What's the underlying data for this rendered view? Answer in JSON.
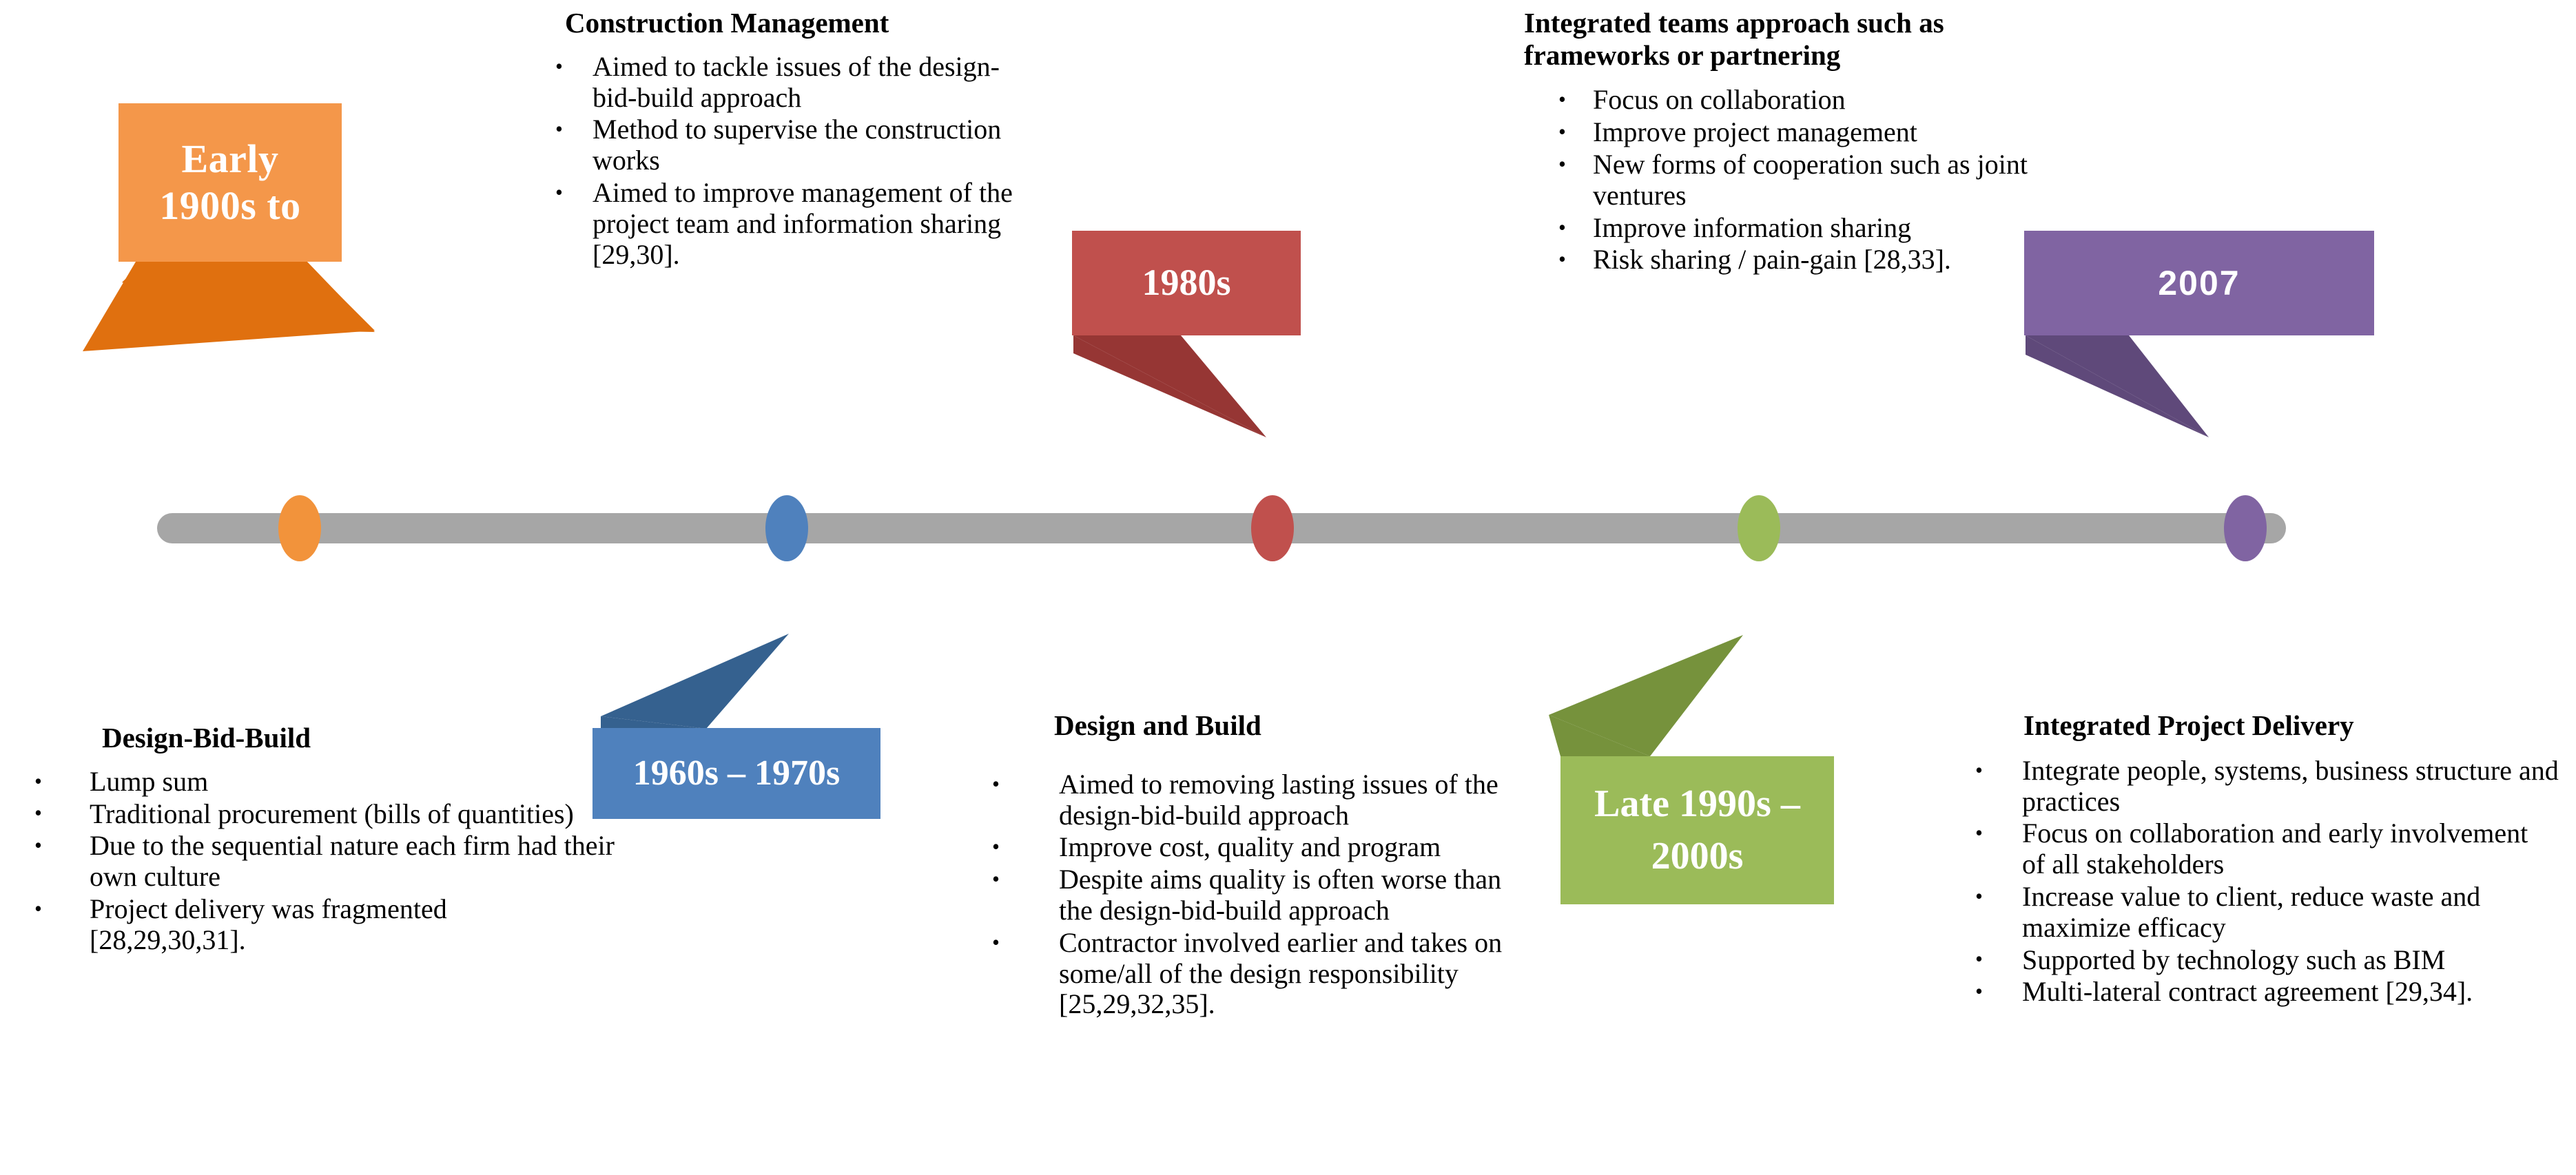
{
  "diagram": {
    "title": "Evolution of construction project delivery approaches timeline",
    "timeline_color": "#a6a6a6"
  },
  "milestones": [
    {
      "id": "early-1900s",
      "label": "Early\n1900s to",
      "color": "#f4974a",
      "tail_color": "#e0700f",
      "dot_color": "#f2933b",
      "font": "serif"
    },
    {
      "id": "1960s-1970s",
      "label": "1960s – 1970s",
      "color": "#4f81bd",
      "tail_color": "#35618f",
      "dot_color": "#4f81bd",
      "font": "serif"
    },
    {
      "id": "1980s",
      "label": "1980s",
      "color": "#c0504d",
      "tail_color": "#963634",
      "dot_color": "#c0504d",
      "font": "serif"
    },
    {
      "id": "late-1990s-2000s",
      "label": "Late 1990s –\n2000s",
      "color": "#9bbb59",
      "tail_color": "#76923c",
      "dot_color": "#9bbb59",
      "font": "serif"
    },
    {
      "id": "2007",
      "label": "2007",
      "color": "#8064a2",
      "tail_color": "#5f497a",
      "dot_color": "#8064a2",
      "font": "sans"
    }
  ],
  "blocks": {
    "design_bid_build": {
      "title": "Design-Bid-Build",
      "bullets": [
        "Lump sum",
        "Traditional procurement (bills of quantities)",
        "Due to the sequential nature each firm had their own culture",
        "Project delivery was fragmented [28,29,30,31]."
      ]
    },
    "construction_management": {
      "title": "Construction Management",
      "bullets": [
        "Aimed to tackle issues of the design-bid-build approach",
        "Method to supervise the construction works",
        "Aimed to improve management of the project team and information sharing [29,30]."
      ]
    },
    "design_and_build": {
      "title": "Design and Build",
      "bullets": [
        "Aimed to removing lasting issues of the design-bid-build approach",
        "Improve cost, quality and program",
        "Despite aims quality is often worse than the design-bid-build approach",
        "Contractor involved earlier and takes on some/all of the design responsibility [25,29,32,35]."
      ]
    },
    "integrated_teams": {
      "title": "Integrated teams approach such as frameworks or partnering",
      "bullets": [
        "Focus on collaboration",
        "Improve project management",
        "New forms of cooperation such as joint ventures",
        "Improve information sharing",
        "Risk sharing / pain-gain [28,33]."
      ]
    },
    "integrated_project_delivery": {
      "title": "Integrated Project Delivery",
      "bullets": [
        "Integrate people, systems, business structure and practices",
        "Focus on collaboration and early involvement of all stakeholders",
        "Increase value to client, reduce waste and maximize efficacy",
        "Supported by technology such as BIM",
        "Multi-lateral contract agreement [29,34]."
      ]
    }
  },
  "bullet_glyph": "•"
}
